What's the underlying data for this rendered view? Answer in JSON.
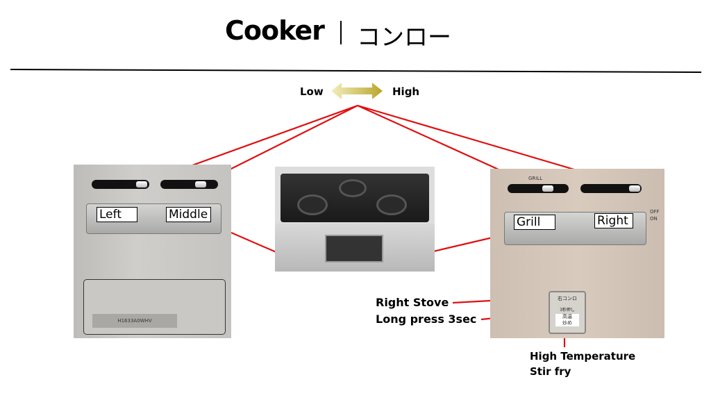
{
  "title": {
    "en": "Cooker",
    "jp": "コンロー"
  },
  "scale": {
    "low": "Low",
    "high": "High"
  },
  "left_panel": {
    "left_label": "Left",
    "middle_label": "Middle",
    "model": "H1633A0WHV"
  },
  "right_panel": {
    "grill_label": "Grill",
    "right_label": "Right",
    "slider_label": "GRILL",
    "off": "OFF",
    "on": "ON",
    "button_line1": "右コンロ",
    "button_line2": "3秒押し",
    "button_line3": "高温",
    "button_line4": "炒め"
  },
  "annotations": {
    "right_stove": "Right Stove",
    "long_press": "Long press 3sec",
    "high_temp": "High Temperature",
    "stir_fry": "Stir fry"
  },
  "colors": {
    "line": "#e01010",
    "arrow": "#c8b440"
  }
}
